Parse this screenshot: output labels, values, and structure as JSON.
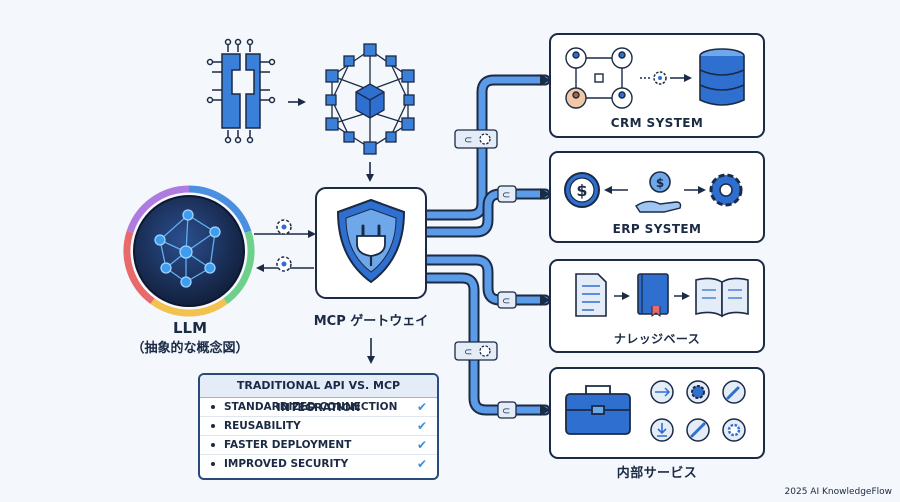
{
  "llm": {
    "label_line1": "LLM",
    "label_line2": "（抽象的な概念図）",
    "ring_colors": [
      "#4a8fe0",
      "#6fd08c",
      "#f2c14e",
      "#e86a6a",
      "#b07be0"
    ]
  },
  "gateway": {
    "label": "MCP ゲートウェイ",
    "icon": "shield-plug-icon"
  },
  "top_icons": [
    "chip-split-icon",
    "network-cube-icon"
  ],
  "systems": [
    {
      "label": "CRM SYSTEM",
      "icons": [
        "people-network-icon",
        "gear-icon",
        "database-icon"
      ]
    },
    {
      "label": "ERP SYSTEM",
      "icons": [
        "dollar-coin-icon",
        "hand-coin-icon",
        "gear-icon"
      ]
    },
    {
      "label": "ナレッジベース",
      "icons": [
        "document-icon",
        "book-icon",
        "open-book-icon"
      ]
    },
    {
      "label": "内部サービス",
      "icons": [
        "toolbox-icon",
        "cable-icon",
        "gear-icon",
        "wrench-icon",
        "download-icon",
        "screwdriver-icon",
        "settings-icon"
      ]
    }
  ],
  "comparison": {
    "title": "TRADITIONAL API VS. MCP INTEGRATION",
    "items": [
      "STANDARDIZED CONNECTION",
      "REUSABILITY",
      "FASTER DEPLOYMENT",
      "IMPROVED SECURITY"
    ]
  },
  "footer": "2025 AI KnowledgeFlow",
  "colors": {
    "primary": "#2f6fd0",
    "dark": "#1b2a45",
    "light": "#cfe0f5",
    "accent": "#3a8fd6"
  }
}
